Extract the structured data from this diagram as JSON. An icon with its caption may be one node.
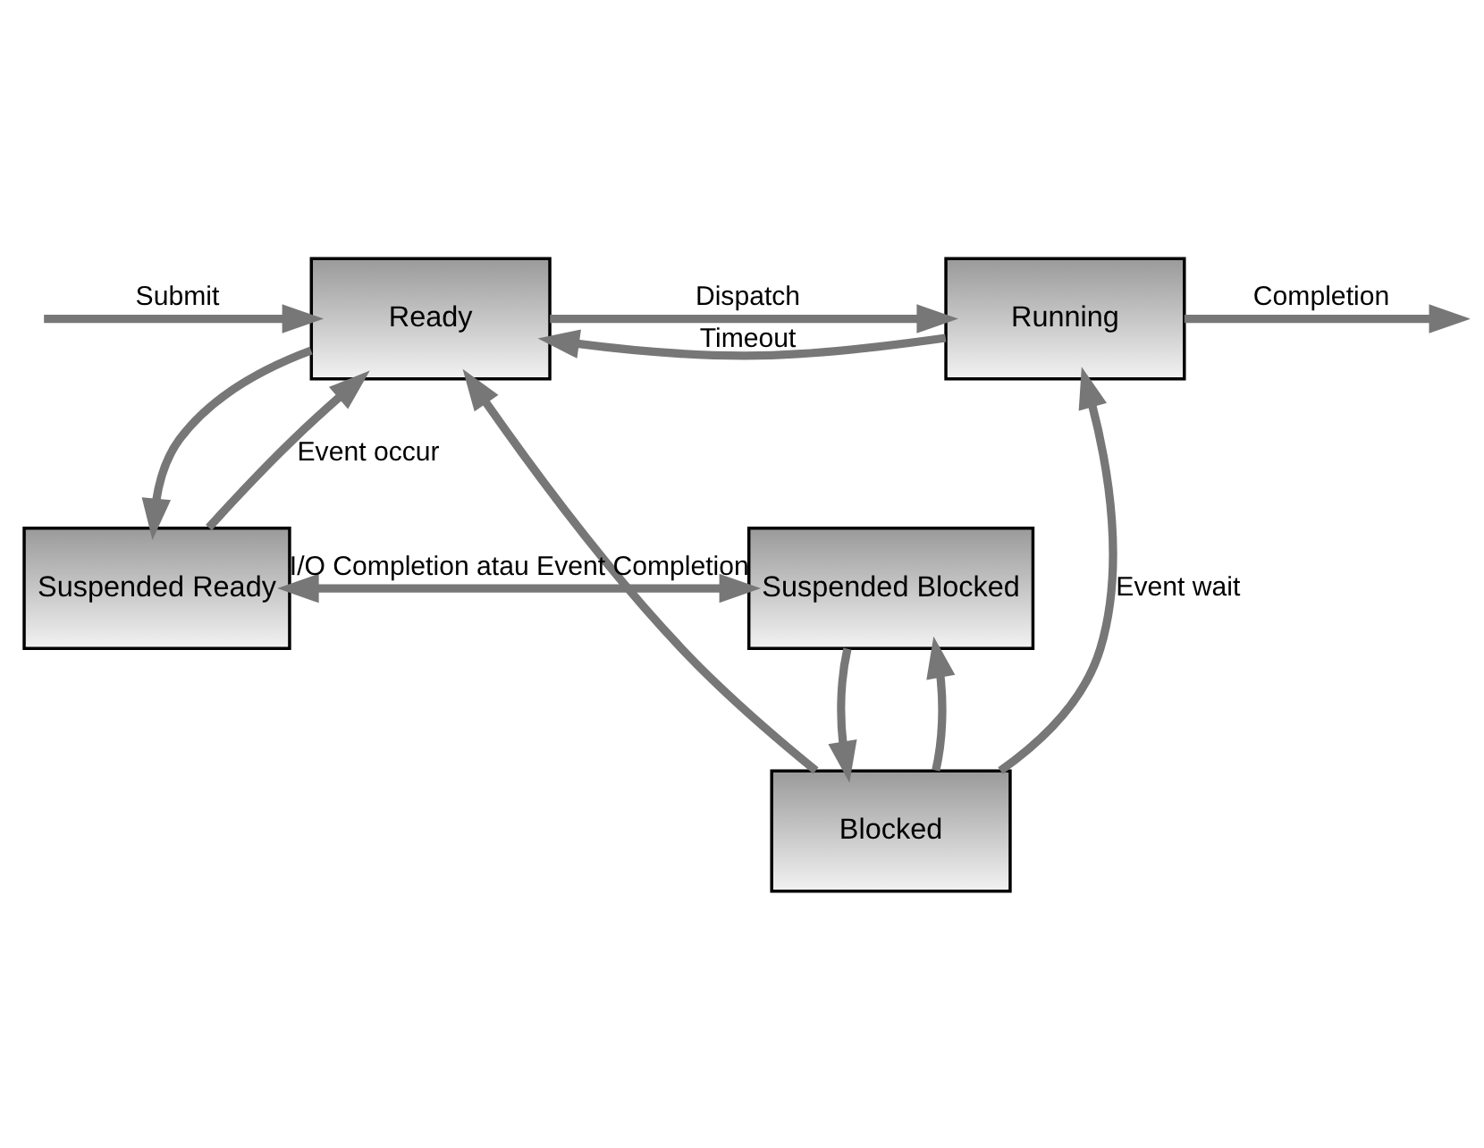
{
  "diagram": {
    "nodes": [
      {
        "text": [
          "Ready"
        ]
      },
      {
        "text": [
          "Running"
        ]
      },
      {
        "text": [
          "Blocked"
        ]
      },
      {
        "text": [
          "Suspended Ready"
        ]
      },
      {
        "text": [
          "Suspended Blocked"
        ]
      }
    ],
    "edges": [
      {
        "from": null,
        "to": 0,
        "arrow": "to",
        "label": "Submit"
      },
      {
        "from": 0,
        "to": 1,
        "arrow": "to",
        "label": "Dispatch"
      },
      {
        "from": 1,
        "to": null,
        "arrow": "to",
        "label": "Completion"
      },
      {
        "from": 1,
        "to": 0,
        "arrow": "to",
        "label": "Timeout"
      },
      {
        "from": 2,
        "to": 1,
        "arrow": "to",
        "label": "Event wait"
      },
      {
        "from": 2,
        "to": 0,
        "arrow": "to"
      },
      {
        "from": 0,
        "to": 3,
        "arrow": "to"
      },
      {
        "from": 3,
        "to": 0,
        "arrow": "to",
        "label": "Event occur"
      },
      {
        "from": 3,
        "to": 4,
        "arrow": "both",
        "label": "I/O Completion atau Event Completion"
      },
      {
        "from": 4,
        "to": 2,
        "arrow": "to"
      },
      {
        "from": 2,
        "to": 4,
        "arrow": "to"
      }
    ]
  }
}
